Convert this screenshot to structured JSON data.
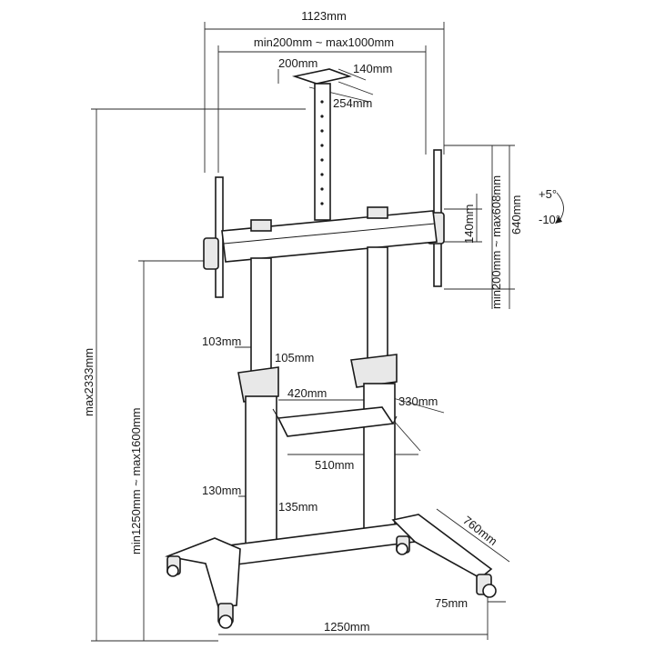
{
  "dimensions": {
    "top_width": "1123mm",
    "bracket_range": "min200mm ~ max1000mm",
    "plate_width": "200mm",
    "plate_depth": "140mm",
    "plate_diag": "254mm",
    "vesa_range": "min200mm ~ max608mm",
    "vesa_height": "640mm",
    "bar_height": "140mm",
    "tilt_up": "+5°",
    "tilt_down": "-10°",
    "max_height": "max2333mm",
    "height_range": "min1250mm ~ max1600mm",
    "upper_pole_w": "103mm",
    "upper_pole_d": "105mm",
    "shelf_width": "420mm",
    "shelf_depth": "330mm",
    "shelf_full": "510mm",
    "lower_pole_w": "130mm",
    "lower_pole_d": "135mm",
    "base_depth": "760mm",
    "base_width": "1250mm",
    "caster": "75mm"
  },
  "colors": {
    "line": "#1a1a1a",
    "background": "#ffffff"
  }
}
